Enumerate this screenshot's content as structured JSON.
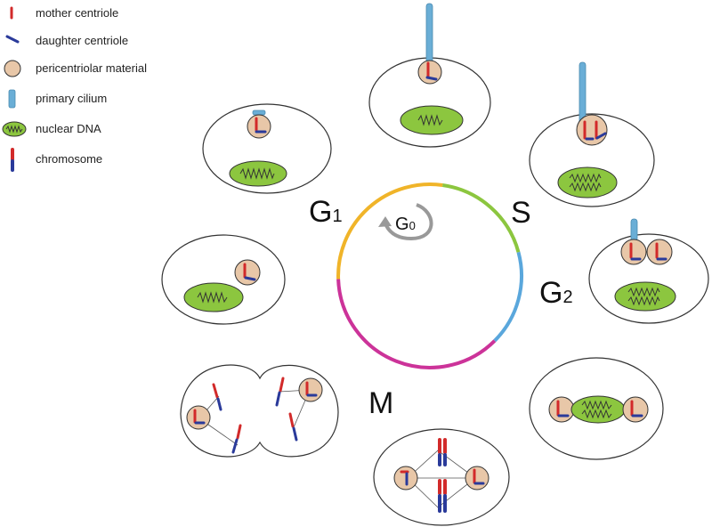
{
  "legend": {
    "items": [
      {
        "label": "mother centriole",
        "icon": "mother-centriole-icon"
      },
      {
        "label": "daughter centriole",
        "icon": "daughter-centriole-icon"
      },
      {
        "label": "pericentriolar material",
        "icon": "pericentriolar-material-icon"
      },
      {
        "label": "primary cilium",
        "icon": "primary-cilium-icon"
      },
      {
        "label": "nuclear DNA",
        "icon": "nuclear-dna-icon"
      },
      {
        "label": "chromosome",
        "icon": "chromosome-icon"
      }
    ]
  },
  "phases": {
    "g1": {
      "letter": "G",
      "sub": "1"
    },
    "g0": {
      "letter": "G",
      "sub": "0"
    },
    "s": {
      "letter": "S"
    },
    "g2": {
      "letter": "G",
      "sub": "2"
    },
    "m": {
      "letter": "M"
    }
  },
  "colors": {
    "g1": "#f0b429",
    "s": "#8cc63f",
    "g2": "#5aa7dc",
    "m": "#cc3399",
    "g0_arrow": "#999999",
    "mother_centriole": "#d22a2a",
    "daughter_centriole": "#2a3a9a",
    "pericentriolar_material": "#e8c7a8",
    "primary_cilium": "#6aaed6",
    "nuclear_dna": "#8cc63f"
  }
}
